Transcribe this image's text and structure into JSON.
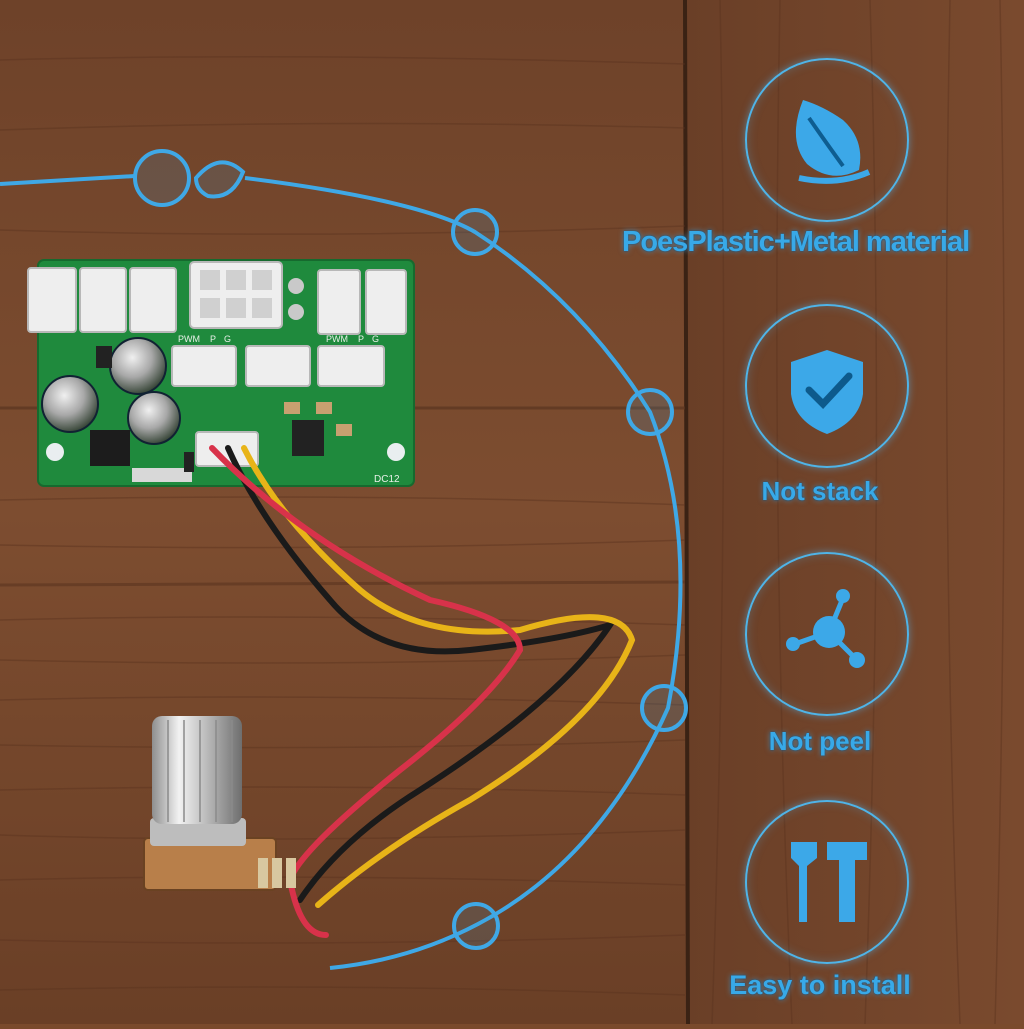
{
  "features": [
    {
      "label": "PoesPlastic+Metal material",
      "icon": "leaf-icon"
    },
    {
      "label": "Not stack",
      "icon": "shield-check-icon"
    },
    {
      "label": "Not peel",
      "icon": "molecule-icon"
    },
    {
      "label": "Easy to install",
      "icon": "tools-icon"
    }
  ],
  "board": {
    "pin_labels": [
      "PWM",
      "P",
      "G"
    ],
    "model_text": "DC12"
  },
  "colors": {
    "accent": "#38a9e8",
    "pcb": "#1e8a3c",
    "wood": "#7a4a2c",
    "wire_red": "#d8324a",
    "wire_yellow": "#e8b418",
    "wire_black": "#1a1a1a"
  }
}
